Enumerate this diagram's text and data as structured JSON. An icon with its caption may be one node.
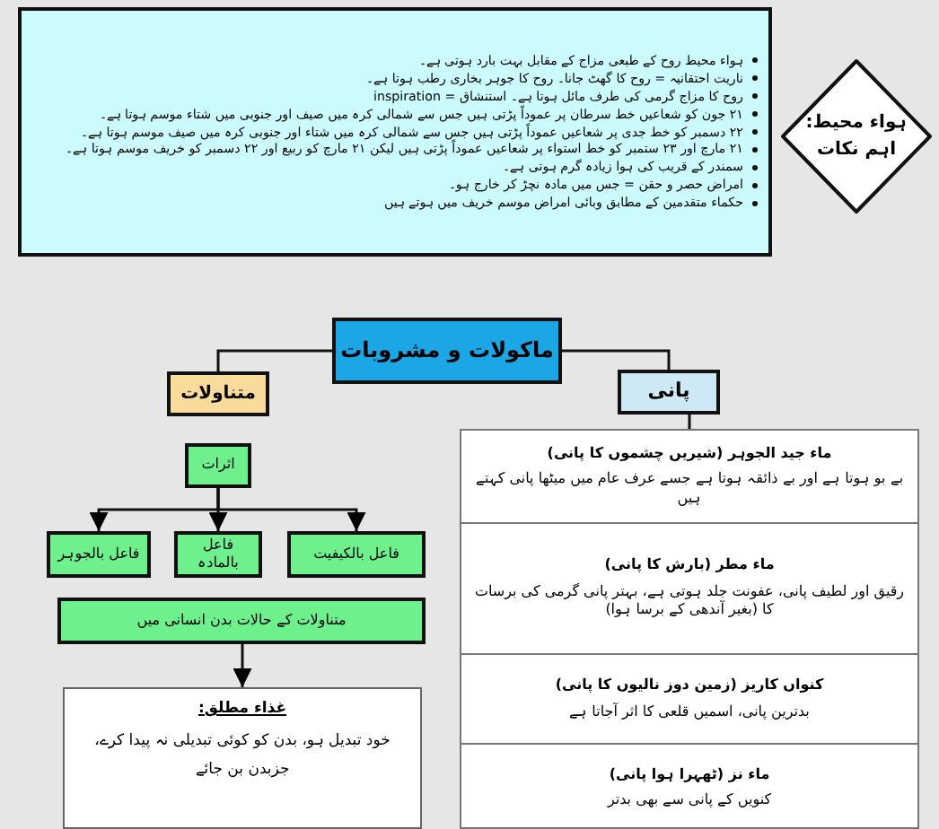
{
  "diagram": {
    "nodes": [
      {
        "text": [
          "ہواء محیط روح کے طبعی مزاج کے مقابل بہت بارد ہوتی ہے۔",
          "ناریت احتقانیہ = روح کا گھٹ جانا۔ روح کا جوہر بخاری رطب ہوتا ہے۔",
          "روح کا مزاج گرمی کی طرف مائل ہوتا ہے۔ استنشاق = inspiration",
          "۲۱ جون کو شعاعیں خط سرطان پر عموداً پڑتی ہیں جس سے شمالی کرہ میں صیف اور جنوبی میں شتاء موسم ہوتا ہے۔",
          "۲۲ دسمبر کو خط جدی پر شعاعیں عموداً پڑتی ہیں جس سے شمالی کرہ میں شتاء اور جنوبی کرہ میں صیف موسم ہوتا ہے۔",
          "۲۱ مارچ اور ۲۳ ستمبر کو خط استواء پر شعاعیں عموداً پڑتی ہیں لیکن ۲۱ مارچ کو ربیع اور ۲۲ دسمبر کو خریف موسم ہوتا ہے۔",
          "سمندر کے قریب کی ہوا زیادہ گرم ہوتی ہے۔",
          "امراض حصر و حقن = جس میں مادہ نچڑ کر خارج ہو۔",
          "حکماء متقدمین کے مطابق وبائی امراض موسم خریف میں ہوتے ہیں"
        ]
      },
      {
        "text": [
          "ہواء محیط: اہم نکات"
        ]
      },
      {
        "text": [
          "ماکولات و مشروبات"
        ]
      },
      {
        "text": [
          "متناولات"
        ]
      },
      {
        "text": [
          "پانی"
        ]
      },
      {
        "text": [
          "اثرات"
        ]
      },
      {
        "text": [
          "فاعل بالکیفیت"
        ]
      },
      {
        "text": [
          "فاعل بالمادہ"
        ]
      },
      {
        "text": [
          "فاعل بالجوہر"
        ]
      },
      {
        "text": [
          "متناولات کے حالات بدن انسانی میں"
        ]
      },
      {
        "text": [
          "غذاء مطلق:",
          "خود تبدیل ہو، بدن کو کوئی تبدیلی نہ پیدا کرے، جزبدن بن جائے"
        ]
      },
      {
        "text": [],
        "shape": "box"
      },
      {
        "text": [
          "ماء جید الجوہر (شیریں چشموں کا پانی)",
          "بے بو ہوتا ہے اور بے ذائقہ ہوتا ہے جسے عرف عام میں میٹھا پانی کہتے ہیں"
        ],
        "in": 11
      },
      {
        "text": [
          "ماء مطر (بارش کا پانی)",
          "رقیق اور لطیف پانی، عفونت جلد ہوتی ہے، بہتر پانی گرمی کی برسات کا (بغیر آندھی کے برسا ہوا)"
        ],
        "in": 11
      },
      {
        "text": [
          "کنواں کاریز (زمین دوز نالیوں کا پانی)",
          "بدترین پانی، اسمیں قلعی کا اثر آجاتا ہے"
        ],
        "in": 11
      },
      {
        "text": [
          "ماء نز (ٹھہرا ہوا پانی)",
          "کنویں کے پانی سے بھی بدتر"
        ],
        "in": 11
      }
    ],
    "edges": [
      {
        "from": 2,
        "to": 3,
        "arrow": "none"
      },
      {
        "from": 2,
        "to": 4,
        "arrow": "none"
      },
      {
        "from": 4,
        "to": 11,
        "arrow": "none"
      },
      {
        "from": 5,
        "to": 6,
        "arrow": "to"
      },
      {
        "from": 5,
        "to": 7,
        "arrow": "to"
      },
      {
        "from": 5,
        "to": 8,
        "arrow": "to"
      },
      {
        "from": 9,
        "to": 10,
        "arrow": "to"
      }
    ]
  }
}
